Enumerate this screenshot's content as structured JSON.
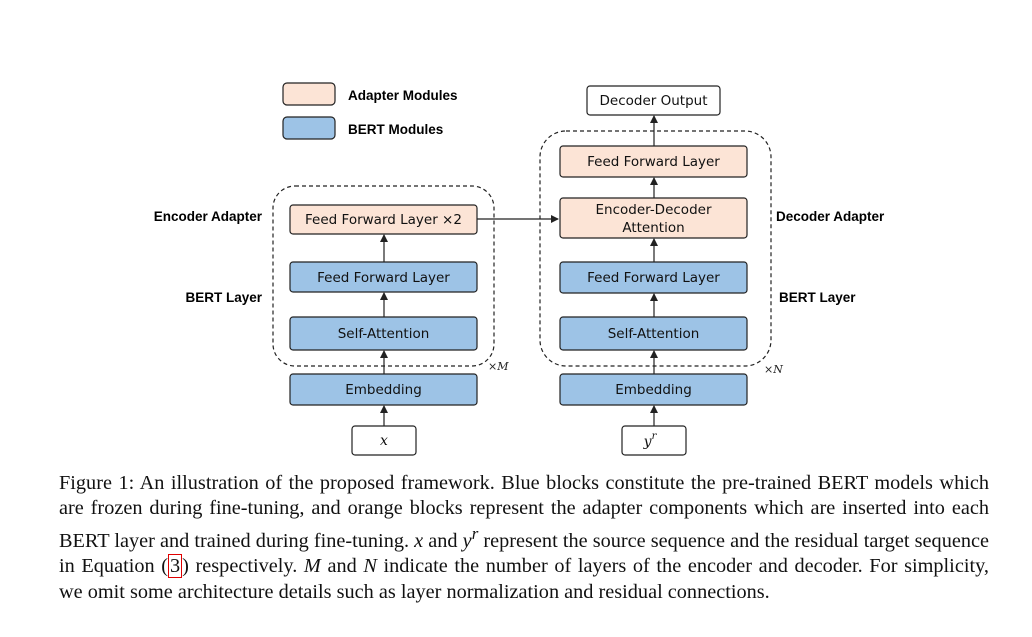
{
  "legend": {
    "adapter": {
      "label": "Adapter Modules",
      "color": "#fce4d6"
    },
    "bert": {
      "label": "BERT Modules",
      "color": "#9dc3e6"
    }
  },
  "colors": {
    "adapter_fill": "#fce4d6",
    "bert_fill": "#9dc3e6",
    "stroke": "#222222"
  },
  "encoder": {
    "adapter_side_label": "Encoder Adapter",
    "bert_side_label": "BERT Layer",
    "ffn_adapter": "Feed Forward Layer ×2",
    "ffn": "Feed Forward Layer",
    "self_attention": "Self-Attention",
    "embedding": "Embedding",
    "input": "x",
    "repeat": "×M"
  },
  "decoder": {
    "adapter_side_label": "Decoder Adapter",
    "bert_side_label": "BERT Layer",
    "output": "Decoder Output",
    "ffn_adapter": "Feed Forward Layer",
    "enc_dec_attention_line1": "Encoder-Decoder",
    "enc_dec_attention_line2": "Attention",
    "ffn": "Feed Forward Layer",
    "self_attention": "Self-Attention",
    "embedding": "Embedding",
    "input_base": "y",
    "input_sup": "r",
    "repeat": "×N"
  },
  "caption": {
    "p1": "Figure 1: An illustration of the proposed framework. Blue blocks constitute the pre-trained BERT models which are frozen during fine-tuning, and orange blocks represent the adapter components which are inserted into each BERT layer and trained during fine-tuning. ",
    "x": "x",
    "and": " and ",
    "y": "y",
    "y_sup": "r",
    "p2": " represent the source sequence and the residual target sequence in Equation (",
    "ref": "3",
    "p3": ") respectively. ",
    "m": "M",
    "and2": " and ",
    "n": "N",
    "p4": " indicate the number of layers of the encoder and decoder. For simplicity, we omit some architecture details such as layer normalization and residual connections."
  }
}
